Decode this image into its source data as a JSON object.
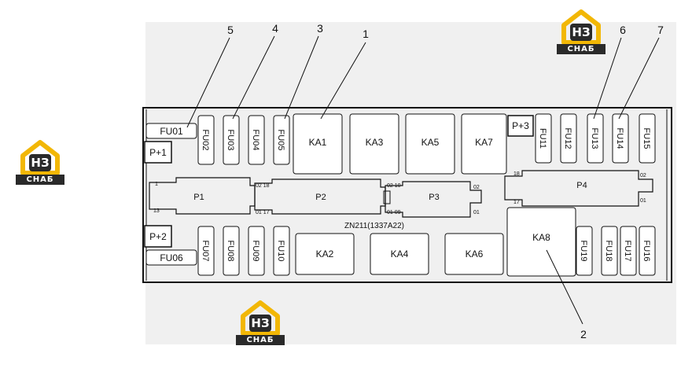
{
  "colors": {
    "background": "#f0f0f0",
    "line": "#111111",
    "logo_yellow": "#f2b705",
    "logo_dark": "#2a2a2a"
  },
  "logo": {
    "mark": "НЗ",
    "brand": "СНАБ"
  },
  "callouts": [
    "1",
    "2",
    "3",
    "4",
    "5",
    "6",
    "7"
  ],
  "board_label": "ZN211(1337A22)",
  "terminals": {
    "p1": "P+1",
    "p2": "P+2",
    "p3": "P+3"
  },
  "fuses": {
    "fu01": "FU01",
    "fu02": "FU02",
    "fu03": "FU03",
    "fu04": "FU04",
    "fu05": "FU05",
    "fu06": "FU06",
    "fu07": "FU07",
    "fu08": "FU08",
    "fu09": "FU09",
    "fu10": "FU10",
    "fu11": "FU11",
    "fu12": "FU12",
    "fu13": "FU13",
    "fu14": "FU14",
    "fu15": "FU15",
    "fu16": "FU16",
    "fu17": "FU17",
    "fu18": "FU18",
    "fu19": "FU19"
  },
  "relays": {
    "ka1": "KA1",
    "ka2": "KA2",
    "ka3": "KA3",
    "ka4": "KA4",
    "ka5": "KA5",
    "ka6": "KA6",
    "ka7": "KA7",
    "ka8": "KA8"
  },
  "connectors": {
    "p1": {
      "name": "P1",
      "pin_top": "1",
      "pin_bottom": "13"
    },
    "p2": {
      "name": "P2",
      "pin_tl": "02 18",
      "pin_bl": "01 17",
      "pin_tr": "02 10",
      "pin_br": "01 09"
    },
    "p3": {
      "name": "P3",
      "pin_top": "02",
      "pin_bottom": "01"
    },
    "p4": {
      "name": "P4",
      "pin_tl": "18",
      "pin_bl": "17",
      "pin_tr": "02",
      "pin_br": "01"
    }
  }
}
